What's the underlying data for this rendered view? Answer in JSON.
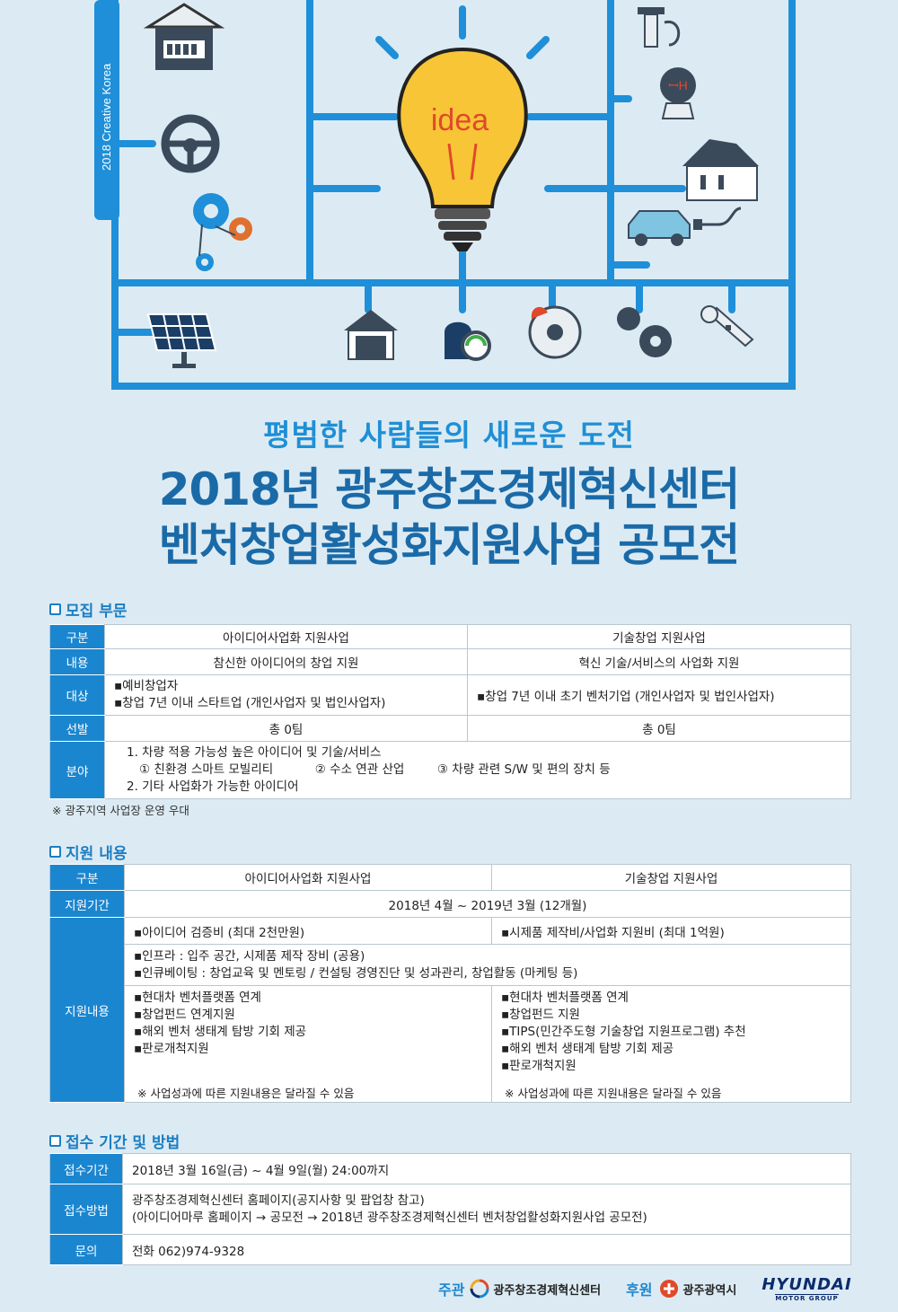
{
  "hero": {
    "vertical_label": "2018 Creative Korea",
    "bulb_text": "idea"
  },
  "header": {
    "subtitle": "평범한 사람들의 새로운 도전",
    "title_line1": "2018년 광주창조경제혁신센터",
    "title_line2": "벤처창업활성화지원사업 공모전"
  },
  "recruit": {
    "section_title": "모집 부문",
    "rows": {
      "division": {
        "head": "구분",
        "a": "아이디어사업화 지원사업",
        "b": "기술창업 지원사업"
      },
      "content": {
        "head": "내용",
        "a": "참신한 아이디어의 창업 지원",
        "b": "혁신 기술/서비스의 사업화 지원"
      },
      "target": {
        "head": "대상",
        "a1": "▪예비창업자",
        "a2": "▪창업 7년 이내 스타트업 (개인사업자 및 법인사업자)",
        "b": "▪창업 7년 이내 초기 벤처기업 (개인사업자 및 법인사업자)"
      },
      "selection": {
        "head": "선발",
        "a": "총 0팀",
        "b": "총 0팀"
      },
      "field": {
        "head": "분야",
        "l1": "1. 차량 적용 가능성 높은 아이디어 및 기술/서비스",
        "l2": "① 친환경 스마트 모빌리티",
        "l3": "② 수소 연관 산업",
        "l4": "③ 차량 관련 S/W 및  편의 장치 등",
        "l5": "2. 기타 사업화가 가능한 아이디어"
      }
    },
    "note": "※ 광주지역 사업장 운영 우대"
  },
  "support": {
    "section_title": "지원 내용",
    "division": {
      "head": "구분",
      "a": "아이디어사업화 지원사업",
      "b": "기술창업 지원사업"
    },
    "period": {
      "head": "지원기간",
      "value": "2018년 4월 ~ 2019년 3월 (12개월)"
    },
    "content": {
      "head": "지원내용",
      "a_top": "▪아이디어 검증비 (최대 2천만원)",
      "b_top": "▪시제품 제작비/사업화 지원비 (최대 1억원)",
      "common1": "▪인프라 : 입주 공간, 시제품 제작 장비 (공용)",
      "common2": "▪인큐베이팅 : 창업교육 및 멘토링 / 컨설팅 경영진단 및 성과관리, 창업활동 (마케팅 등)",
      "a_list": [
        "▪현대차 벤처플랫폼 연계",
        "▪창업펀드 연계지원",
        "▪해외 벤처 생태계 탐방 기회 제공",
        "▪판로개척지원"
      ],
      "b_list": [
        "▪현대차 벤처플랫폼 연계",
        "▪창업펀드 지원",
        "▪TIPS(민간주도형 기술창업 지원프로그램) 추천",
        "▪해외 벤처 생태계 탐방 기회 제공",
        "▪판로개척지원"
      ],
      "a_note": "※ 사업성과에 따른 지원내용은 달라질 수 있음",
      "b_note": "※ 사업성과에 따른 지원내용은 달라질 수 있음"
    }
  },
  "apply": {
    "section_title": "접수 기간 및 방법",
    "period": {
      "head": "접수기간",
      "value": "2018년 3월 16일(금) ~ 4월 9일(월) 24:00까지"
    },
    "method": {
      "head": "접수방법",
      "l1": "광주창조경제혁신센터 홈페이지(공지사항 및 팝업창 참고)",
      "l2": "(아이디어마루 홈페이지 → 공모전 → 2018년 광주창조경제혁신센터 벤처창업활성화지원사업 공모전)"
    },
    "contact": {
      "head": "문의",
      "value": "전화 062)974-9328"
    }
  },
  "footer": {
    "host_label": "주관",
    "host_name": "광주창조경제혁신센터",
    "sponsor_label": "후원",
    "sponsor_name": "광주광역시",
    "brand_main": "HYUNDAI",
    "brand_sub": "MOTOR GROUP"
  }
}
